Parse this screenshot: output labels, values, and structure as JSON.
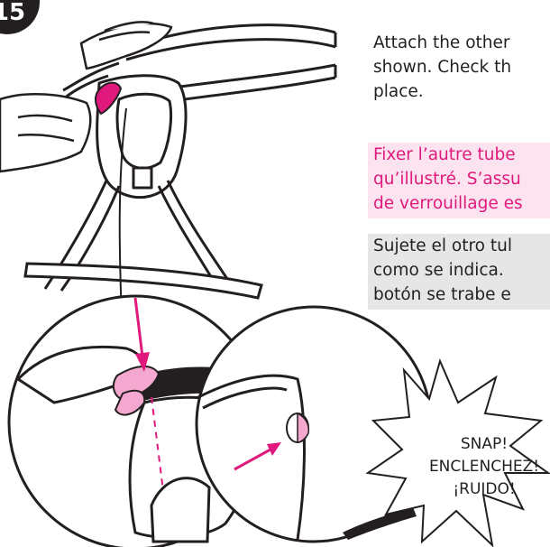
{
  "step_number": "15",
  "instructions": {
    "en": [
      "Attach the other",
      "shown. Check th",
      "place."
    ],
    "fr": [
      "Fixer l’autre tube",
      "qu’illustré. S’assu",
      "de verrouillage es"
    ],
    "es": [
      "Sujete el otro tul",
      "como se indica.",
      "botón se trabe e"
    ]
  },
  "sound_effect": [
    "SNAP!",
    "ENCLENCHEZ!",
    "¡RUIDO!"
  ],
  "colors": {
    "accent_pink": "#e0197d",
    "light_pink": "#f5a8cf",
    "french_bg": "#fbe4ef",
    "spanish_bg": "#e6e6e6",
    "ink": "#231f20"
  }
}
